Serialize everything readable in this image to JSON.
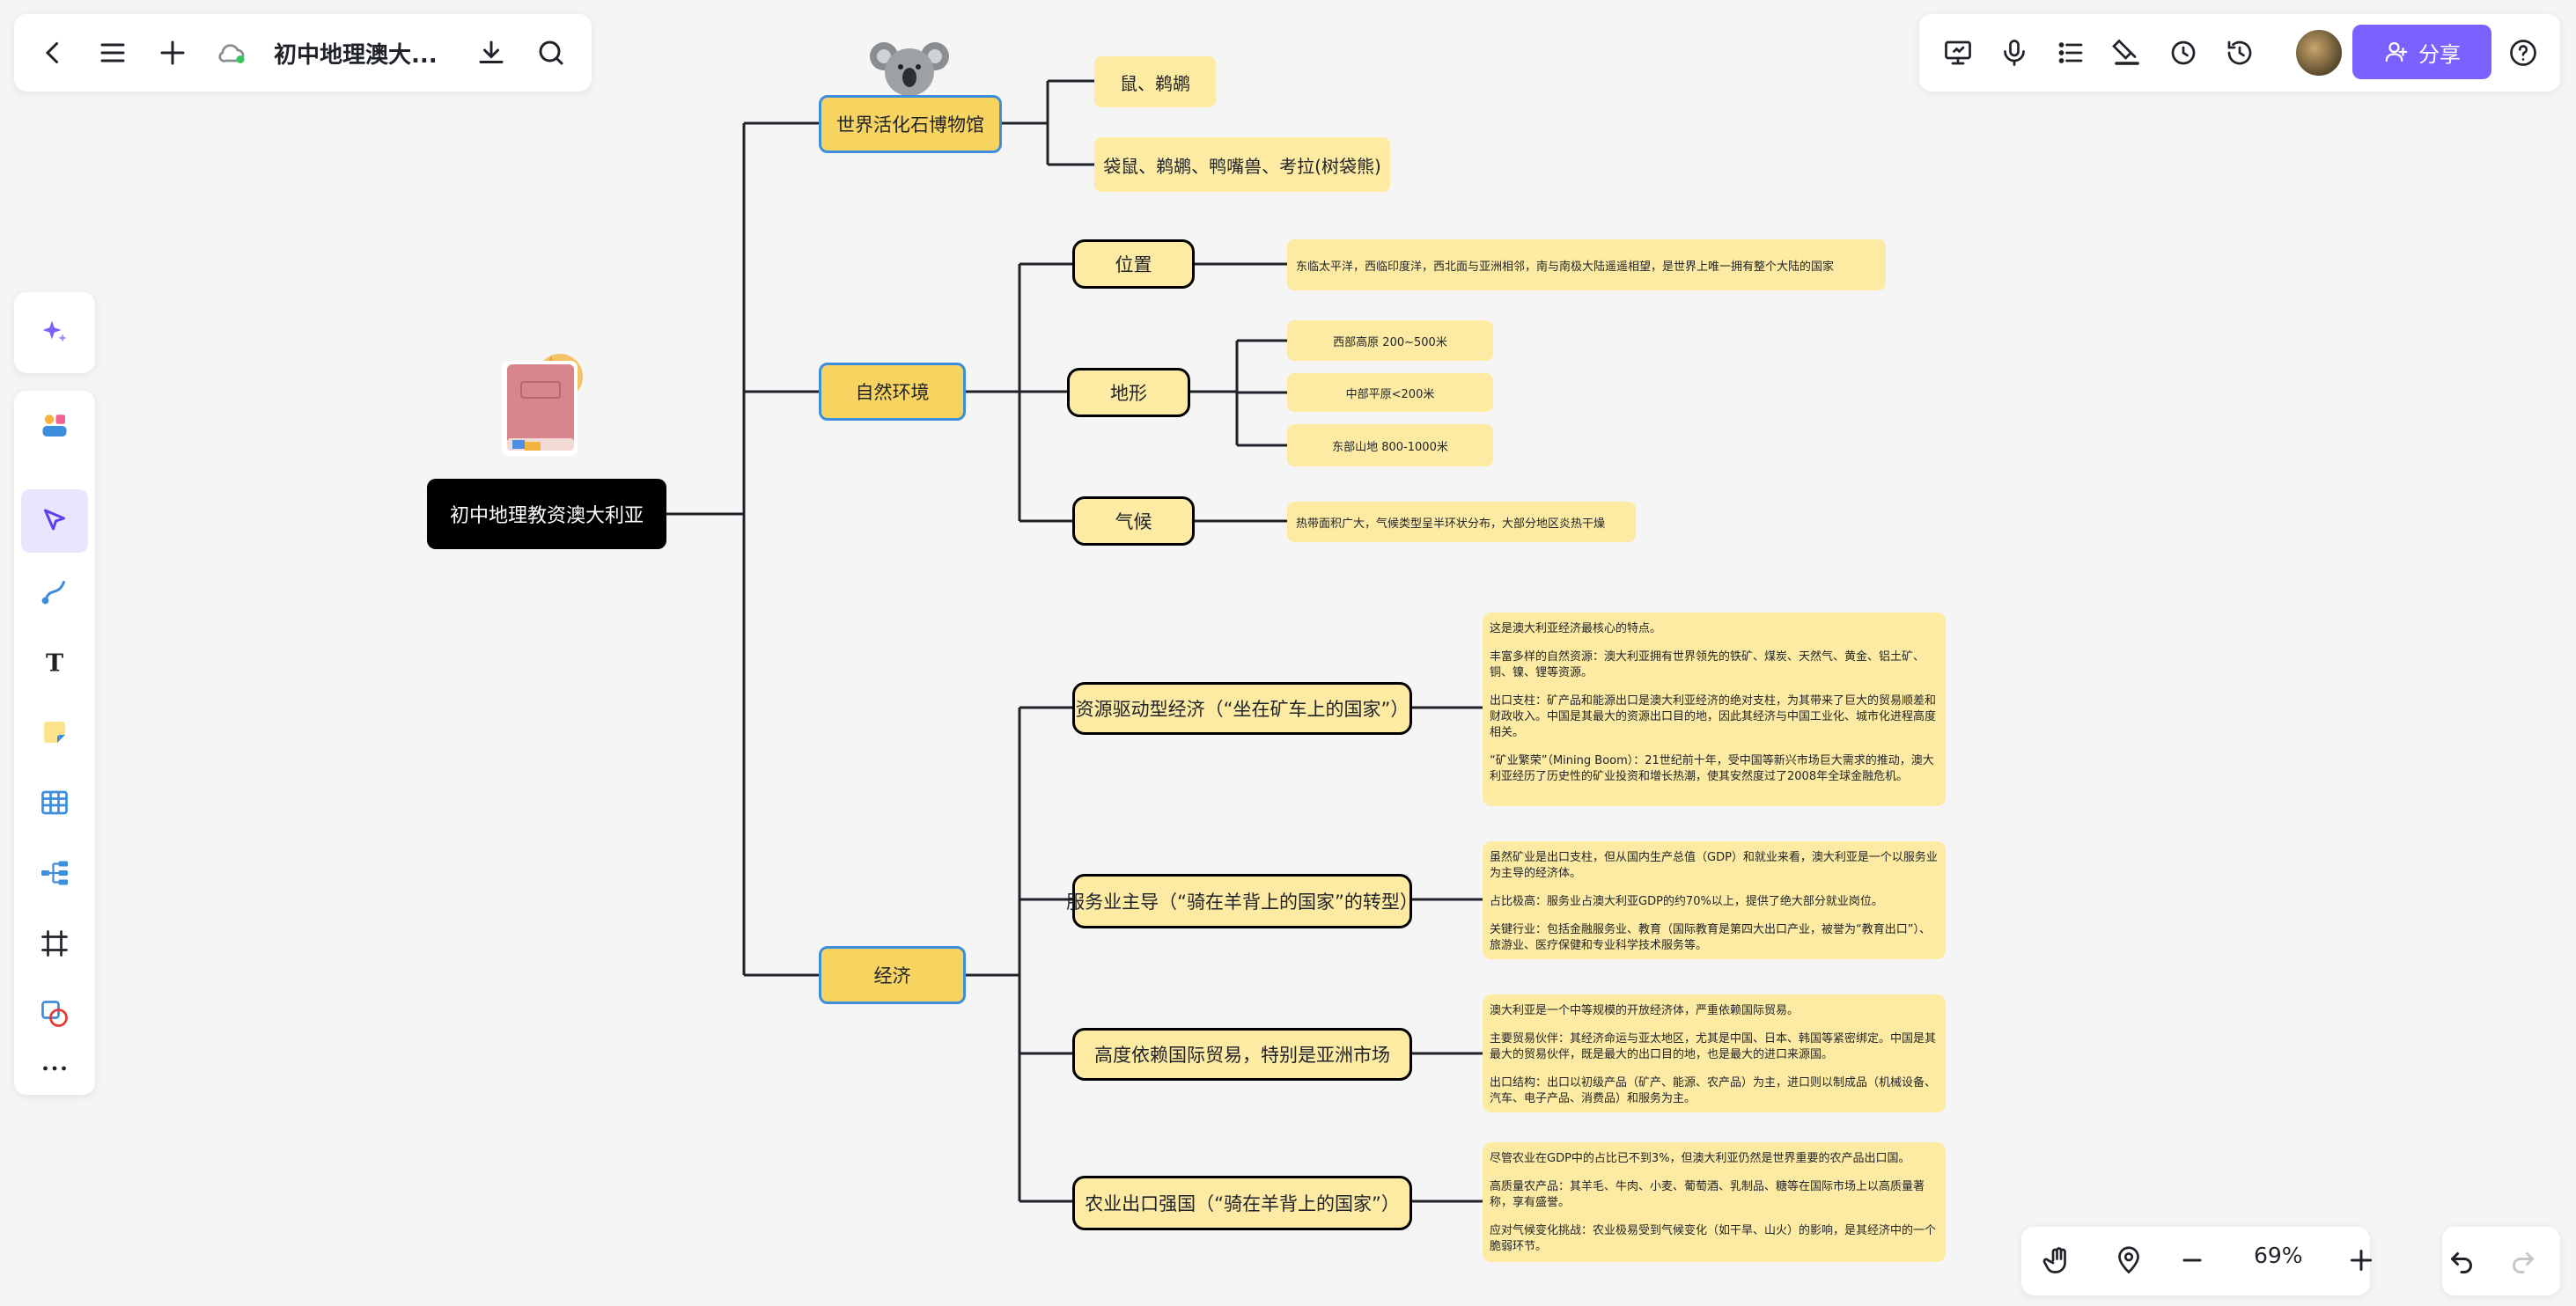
{
  "topbar": {
    "doc_title": "初中地理澳大...",
    "share_label": "分享",
    "zoom": "69%"
  },
  "mindmap": {
    "root": "初中地理教资澳大利亚",
    "branch_museum": {
      "label": "世界活化石博物馆",
      "leaves": [
        "鼠、鹈鹕",
        "袋鼠、鹈鹕、鸭嘴兽、考拉(树袋熊)"
      ]
    },
    "branch_nature": {
      "label": "自然环境",
      "location": {
        "label": "位置",
        "note": "东临太平洋，西临印度洋，西北面与亚洲相邻，南与南极大陆遥遥相望，是世界上唯一拥有整个大陆的国家"
      },
      "terrain": {
        "label": "地形",
        "leaves": [
          "西部高原 200~500米",
          "中部平原<200米",
          "东部山地 800-1000米"
        ]
      },
      "climate": {
        "label": "气候",
        "note": "热带面积广大，气候类型呈半环状分布，大部分地区炎热干燥"
      }
    },
    "branch_economy": {
      "label": "经济",
      "resources": {
        "label": "资源驱动型经济（“坐在矿车上的国家”）",
        "paragraphs": [
          "这是澳大利亚经济最核心的特点。",
          "丰富多样的自然资源：澳大利亚拥有世界领先的铁矿、煤炭、天然气、黄金、铝土矿、铜、镍、锂等资源。",
          "出口支柱：矿产品和能源出口是澳大利亚经济的绝对支柱，为其带来了巨大的贸易顺差和财政收入。中国是其最大的资源出口目的地，因此其经济与中国工业化、城市化进程高度相关。",
          "“矿业繁荣”（Mining Boom）：21世纪前十年，受中国等新兴市场巨大需求的推动，澳大利亚经历了历史性的矿业投资和增长热潮，使其安然度过了2008年全球金融危机。"
        ]
      },
      "services": {
        "label": "服务业主导（“骑在羊背上的国家”的转型）",
        "paragraphs": [
          "虽然矿业是出口支柱，但从国内生产总值（GDP）和就业来看，澳大利亚是一个以服务业为主导的经济体。",
          "占比极高：服务业占澳大利亚GDP的约70%以上，提供了绝大部分就业岗位。",
          "关键行业：包括金融服务业、教育（国际教育是第四大出口产业，被誉为“教育出口”）、旅游业、医疗保健和专业科学技术服务等。"
        ]
      },
      "trade": {
        "label": "高度依赖国际贸易，特别是亚洲市场",
        "paragraphs": [
          "澳大利亚是一个中等规模的开放经济体，严重依赖国际贸易。",
          "主要贸易伙伴：其经济命运与亚太地区，尤其是中国、日本、韩国等紧密绑定。中国是其最大的贸易伙伴，既是最大的出口目的地，也是最大的进口来源国。",
          "出口结构：出口以初级产品（矿产、能源、农产品）为主，进口则以制成品（机械设备、汽车、电子产品、消费品）和服务为主。"
        ]
      },
      "agriculture": {
        "label": "农业出口强国（“骑在羊背上的国家”）",
        "paragraphs": [
          "尽管农业在GDP中的占比已不到3%，但澳大利亚仍然是世界重要的农产品出口国。",
          "高质量农产品：其羊毛、牛肉、小麦、葡萄酒、乳制品、糖等在国际市场上以高质量著称，享有盛誉。",
          "应对气候变化挑战：农业极易受到气候变化（如干旱、山火）的影响，是其经济中的一个脆弱环节。"
        ]
      }
    }
  },
  "colors": {
    "accent": "#7b61ff",
    "node_yellow": "#f7d35f",
    "leaf_yellow": "#fdeaa3",
    "node_border_blue": "#3c8dde",
    "root_black": "#000000"
  },
  "icons": {
    "left_toolbar": [
      "sparkle-icon",
      "template-icon",
      "pointer-icon",
      "connector-icon",
      "text-icon",
      "sticky-note-icon",
      "table-icon",
      "mindmap-icon",
      "frame-icon",
      "shape-icon",
      "more-icon"
    ],
    "top_right": [
      "present-icon",
      "microphone-icon",
      "outline-icon",
      "format-brush-icon",
      "history-icon",
      "timer-icon",
      "avatar",
      "share-icon",
      "help-icon"
    ],
    "bottom": [
      "hand-icon",
      "location-icon",
      "zoom-out-icon",
      "zoom-in-icon",
      "undo-icon",
      "redo-icon"
    ]
  }
}
